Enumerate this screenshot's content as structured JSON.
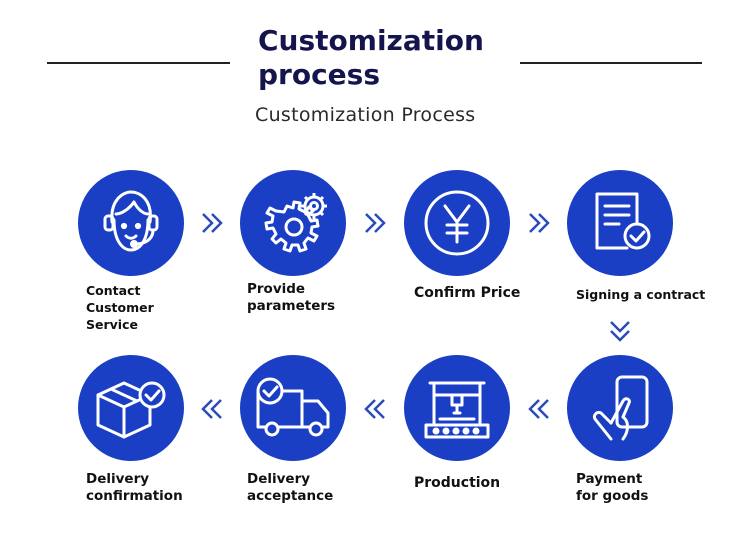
{
  "header": {
    "title": "Customization process",
    "subtitle": "Customization Process"
  },
  "steps": [
    {
      "label": "Contact Customer Service",
      "icon": "customer-service-headset-icon"
    },
    {
      "label": "Provide parameters",
      "icon": "gears-icon"
    },
    {
      "label": "Confirm Price",
      "icon": "yen-coin-icon"
    },
    {
      "label": "Signing a contract",
      "icon": "contract-check-icon"
    },
    {
      "label": "Payment for goods",
      "icon": "hand-card-payment-icon"
    },
    {
      "label": "Production",
      "icon": "production-machine-icon"
    },
    {
      "label": "Delivery acceptance",
      "icon": "delivery-truck-check-icon"
    },
    {
      "label": "Delivery confirmation",
      "icon": "box-check-icon"
    }
  ],
  "colors": {
    "circle": "#1a3fc4",
    "arrow": "#2b4bb8",
    "title": "#14154d"
  }
}
